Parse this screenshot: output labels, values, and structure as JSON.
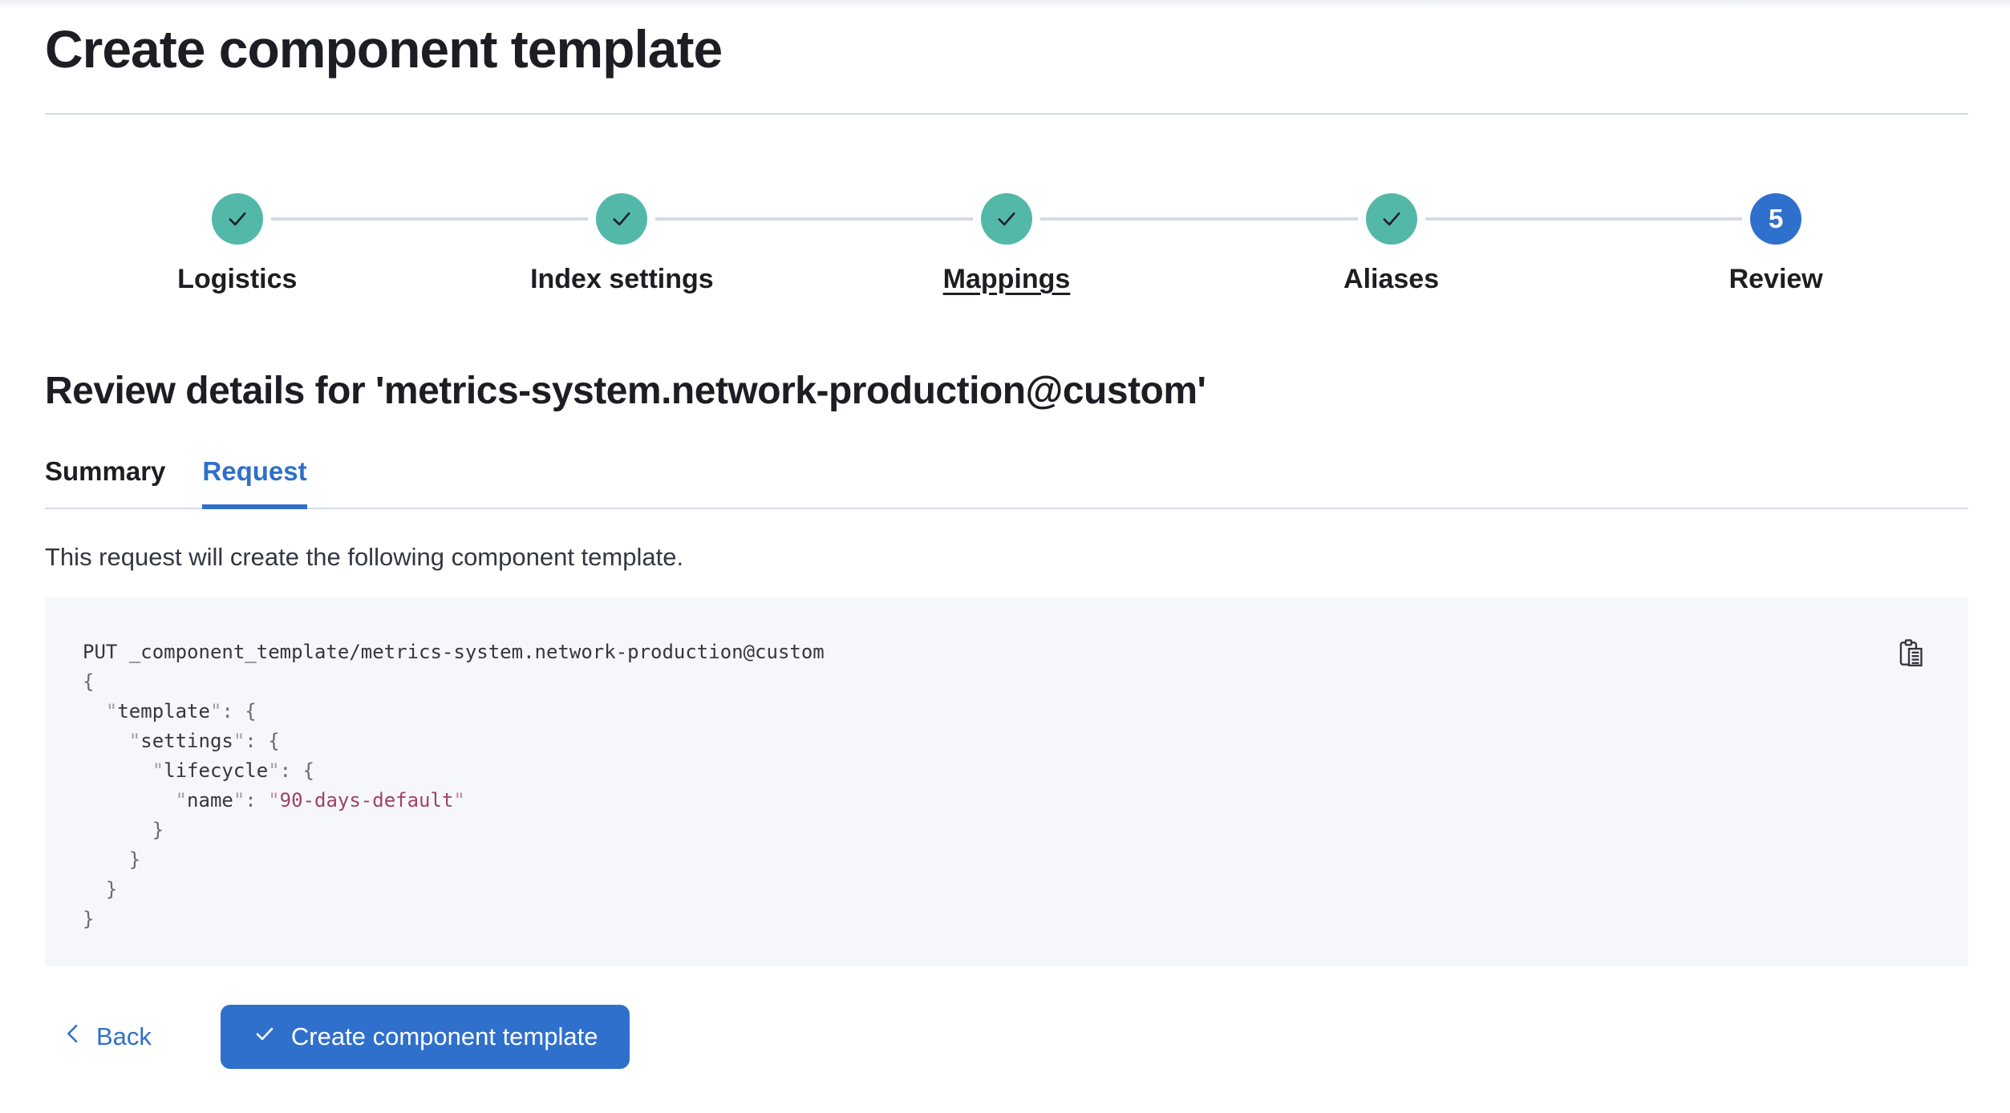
{
  "page_title": "Create component template",
  "stepper": {
    "steps": [
      {
        "label": "Logistics",
        "status": "complete"
      },
      {
        "label": "Index settings",
        "status": "complete"
      },
      {
        "label": "Mappings",
        "status": "complete",
        "underline": true
      },
      {
        "label": "Aliases",
        "status": "complete"
      },
      {
        "label": "Review",
        "status": "current",
        "number": "5"
      }
    ]
  },
  "review": {
    "heading": "Review details for 'metrics-system.network-production@custom'",
    "tabs": [
      {
        "label": "Summary",
        "active": false
      },
      {
        "label": "Request",
        "active": true
      }
    ],
    "description": "This request will create the following component template."
  },
  "code_block": {
    "copy_icon": "copy-clipboard-icon",
    "lines": [
      [
        {
          "t": "PUT _component_template/metrics-system.network-production@custom",
          "c": "plain"
        }
      ],
      [
        {
          "t": "{",
          "c": "p"
        }
      ],
      [
        {
          "t": "  ",
          "c": "plain"
        },
        {
          "t": "\"",
          "c": "q"
        },
        {
          "t": "template",
          "c": "k"
        },
        {
          "t": "\"",
          "c": "q"
        },
        {
          "t": ": {",
          "c": "p"
        }
      ],
      [
        {
          "t": "    ",
          "c": "plain"
        },
        {
          "t": "\"",
          "c": "q"
        },
        {
          "t": "settings",
          "c": "k"
        },
        {
          "t": "\"",
          "c": "q"
        },
        {
          "t": ": {",
          "c": "p"
        }
      ],
      [
        {
          "t": "      ",
          "c": "plain"
        },
        {
          "t": "\"",
          "c": "q"
        },
        {
          "t": "lifecycle",
          "c": "k"
        },
        {
          "t": "\"",
          "c": "q"
        },
        {
          "t": ": {",
          "c": "p"
        }
      ],
      [
        {
          "t": "        ",
          "c": "plain"
        },
        {
          "t": "\"",
          "c": "q"
        },
        {
          "t": "name",
          "c": "k"
        },
        {
          "t": "\"",
          "c": "q"
        },
        {
          "t": ": ",
          "c": "p"
        },
        {
          "t": "\"",
          "c": "sq"
        },
        {
          "t": "90-days-default",
          "c": "s"
        },
        {
          "t": "\"",
          "c": "sq"
        }
      ],
      [
        {
          "t": "      }",
          "c": "p"
        }
      ],
      [
        {
          "t": "    }",
          "c": "p"
        }
      ],
      [
        {
          "t": "  }",
          "c": "p"
        }
      ],
      [
        {
          "t": "}",
          "c": "p"
        }
      ]
    ]
  },
  "footer": {
    "back_label": "Back",
    "submit_label": "Create component template"
  },
  "colors": {
    "primary": "#2F70C8",
    "primary-fill": "#2F70CC",
    "success-step": "#54B8A8",
    "divider": "#D3DAE6",
    "text": "#1C1E23",
    "body-text": "#343741",
    "code-bg": "#F6F7FA",
    "code-string": "#A04363",
    "code-punct": "#666B74",
    "code-quote": "#9AA1AD"
  }
}
